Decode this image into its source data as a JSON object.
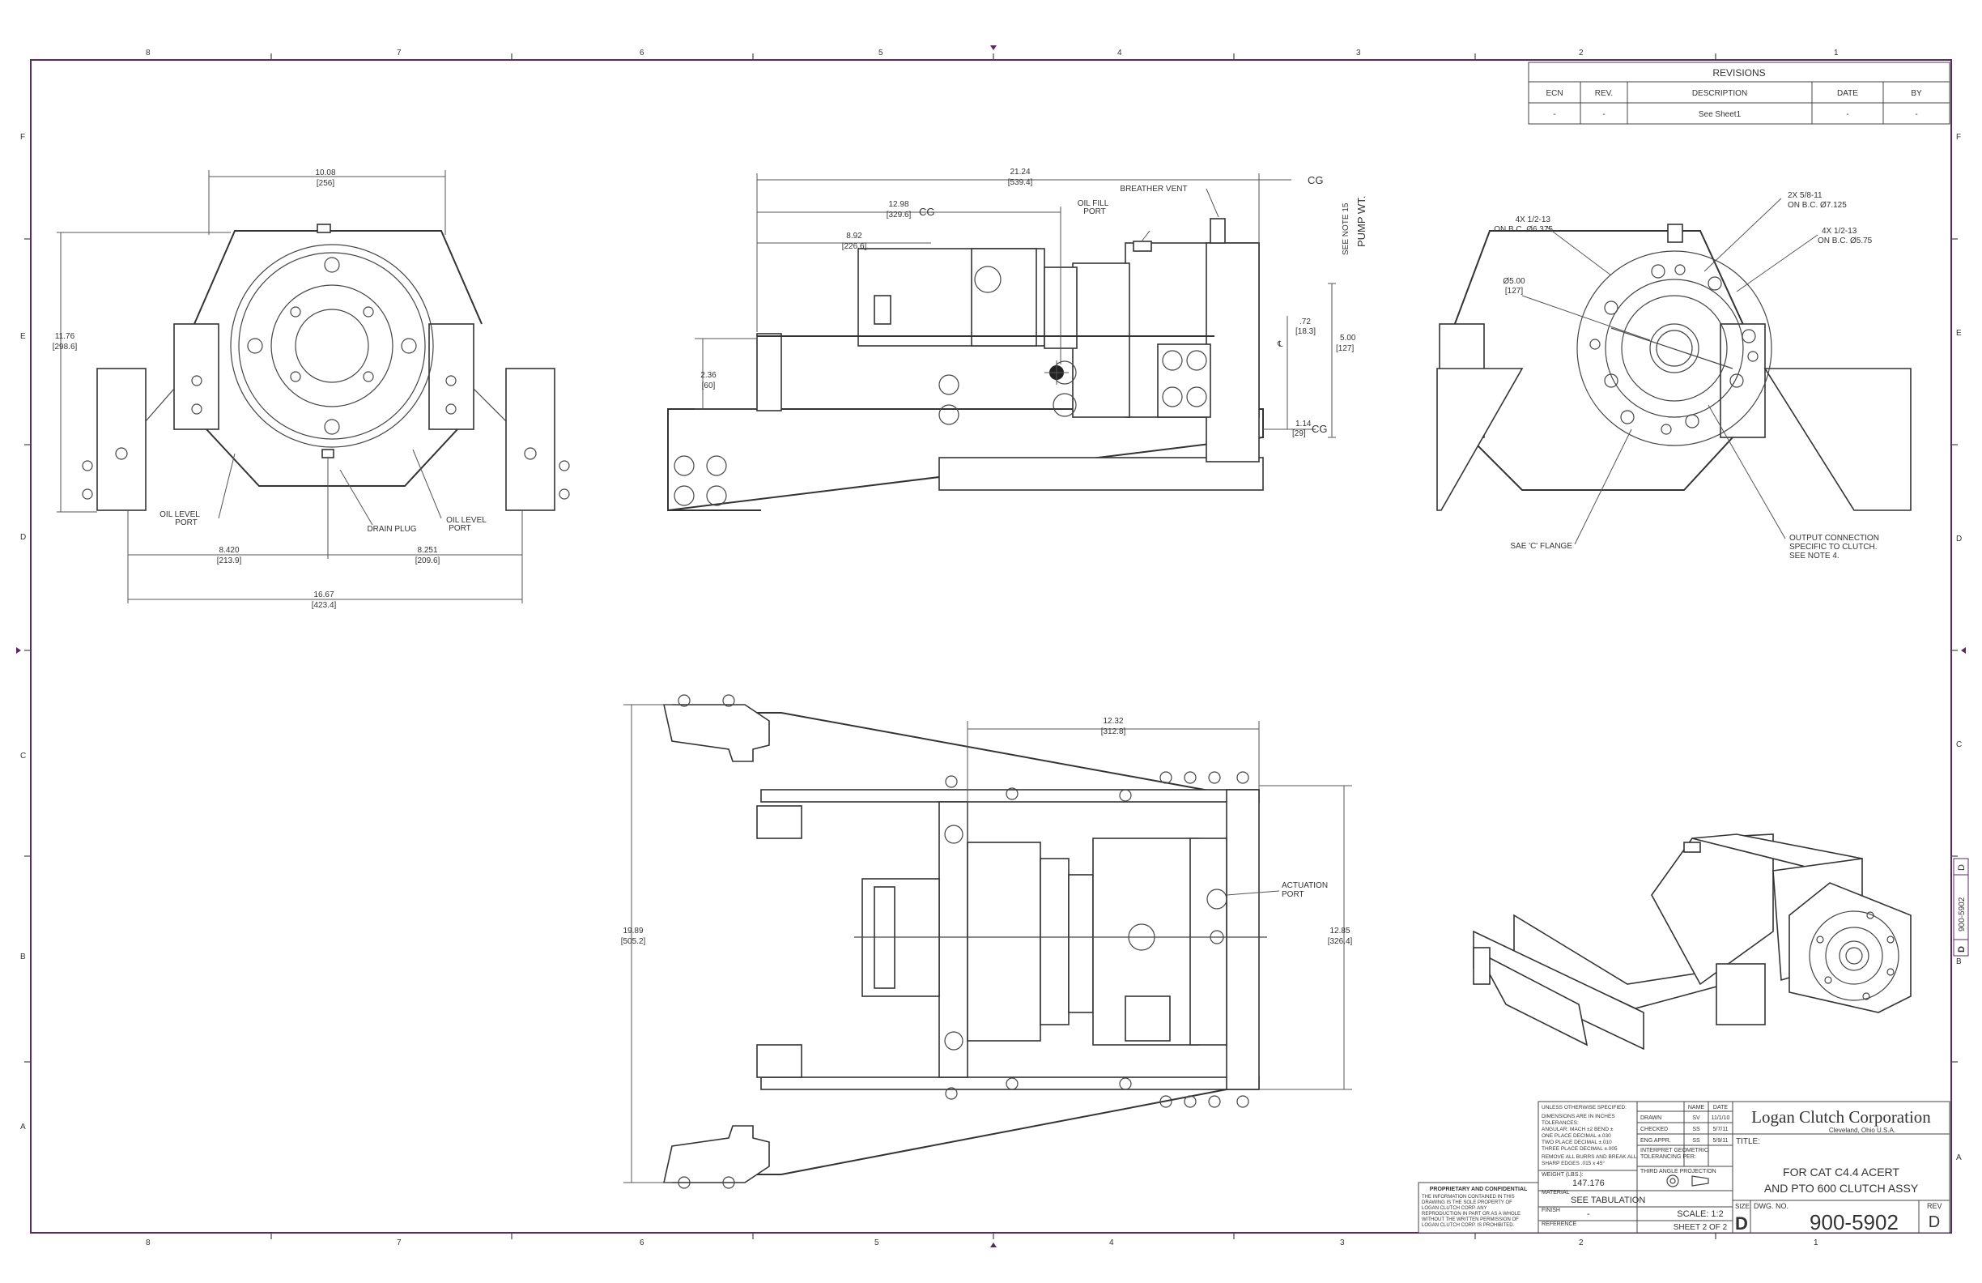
{
  "border": {
    "top_zones": [
      "8",
      "7",
      "6",
      "5",
      "4",
      "3",
      "2",
      "1"
    ],
    "bottom_zones": [
      "8",
      "7",
      "6",
      "5",
      "4",
      "3",
      "2",
      "1"
    ],
    "left_zones": [
      "F",
      "E",
      "D",
      "C",
      "B",
      "A"
    ],
    "right_zones": [
      "F",
      "E",
      "D",
      "C",
      "B",
      "A"
    ]
  },
  "revisions": {
    "title": "REVISIONS",
    "headers": [
      "ECN",
      "REV.",
      "DESCRIPTION",
      "DATE",
      "BY"
    ],
    "row": [
      "-",
      "-",
      "See Sheet1",
      "-",
      "-"
    ]
  },
  "front_view": {
    "dim_width": "10.08",
    "dim_width_mm": "[256]",
    "dim_height": "11.76",
    "dim_height_mm": "[298.6]",
    "dim_left": "8.420",
    "dim_left_mm": "[213.9]",
    "dim_right": "8.251",
    "dim_right_mm": "[209.6]",
    "dim_overall": "16.67",
    "dim_overall_mm": "[423.4]",
    "oil_level_left_1": "OIL LEVEL",
    "oil_level_left_2": "PORT",
    "drain_plug": "DRAIN PLUG",
    "oil_level_right_1": "OIL LEVEL",
    "oil_level_right_2": "PORT"
  },
  "side_view": {
    "dim_length": "21.24",
    "dim_length_mm": "[539.4]",
    "cg_top": "CG",
    "dim_cg": "12.98",
    "dim_cg_mm": "[329.6]",
    "cg_mid": "CG",
    "dim_892": "8.92",
    "dim_892_mm": "[226.6]",
    "oil_fill_1": "OIL FILL",
    "oil_fill_2": "PORT",
    "breather": "BREATHER VENT",
    "see_note": "SEE NOTE 15",
    "pump_wt": "PUMP WT.",
    "dim_72": ".72",
    "dim_72_mm": "[18.3]",
    "cl": "℄",
    "dim_500": "5.00",
    "dim_500_mm": "[127]",
    "dim_236": "2.36",
    "dim_236_mm": "[60]",
    "dim_114": "1.14",
    "dim_114_mm": "[29]",
    "cg_low": "CG"
  },
  "end_view": {
    "bolt_a_1": "4X 1/2-13",
    "bolt_a_2": "ON B.C. Ø6.375",
    "bolt_b_1": "2X 5/8-11",
    "bolt_b_2": "ON B.C. Ø7.125",
    "bolt_c_1": "4X 1/2-13",
    "bolt_c_2": "ON B.C. Ø5.75",
    "dia_1": "Ø5.00",
    "dia_2": "[127]",
    "sae_flange": "SAE 'C' FLANGE",
    "output_1": "OUTPUT CONNECTION",
    "output_2": "SPECIFIC TO CLUTCH.",
    "output_3": "SEE NOTE 4."
  },
  "top_view": {
    "dim_1232": "12.32",
    "dim_1232_mm": "[312.8]",
    "dim_1989": "19.89",
    "dim_1989_mm": "[505.2]",
    "dim_1285": "12.85",
    "dim_1285_mm": "[326.4]",
    "actuation_1": "ACTUATION",
    "actuation_2": "PORT"
  },
  "title_block": {
    "tol_lines": [
      "UNLESS OTHERWISE SPECIFIED:",
      "DIMENSIONS ARE IN INCHES",
      "TOLERANCES:",
      "ANGULAR: MACH ±2    BEND ±",
      "ONE PLACE DECIMAL    ±.030",
      "TWO PLACE DECIMAL    ±.010",
      "THREE PLACE DECIMAL  ±.005",
      "REMOVE ALL BURRS AND BREAK ALL",
      "SHARP EDGES .015 x 45°"
    ],
    "name_hdr": "NAME",
    "date_hdr": "DATE",
    "drawn": "DRAWN",
    "drawn_name": "SV",
    "drawn_date": "11/1/10",
    "checked": "CHECKED",
    "checked_name": "SS",
    "checked_date": "5/7/11",
    "eng": "ENG APPR.",
    "eng_name": "SS",
    "eng_date": "5/9/11",
    "interpret_1": "INTERPRET GEOMETRIC",
    "interpret_2": "TOLERANCING PER:",
    "third_angle": "THIRD ANGLE PROJECTION",
    "weight_label": "WEIGHT (LBS.):",
    "weight": "147.176",
    "material_label": "MATERIAL",
    "material": "SEE TABULATION",
    "finish_label": "FINISH",
    "finish": "-",
    "reference_label": "REFERENCE",
    "company": "Logan Clutch Corporation",
    "location": "Cleveland, Ohio  U.S.A.",
    "title_label": "TITLE:",
    "title_1": "FOR CAT C4.4 ACERT",
    "title_2": "AND PTO 600 CLUTCH ASSY",
    "size_label": "SIZE",
    "size": "D",
    "dwg_label": "DWG.  NO.",
    "dwg_no": "900-5902",
    "rev_label": "REV",
    "rev": "D",
    "scale": "SCALE: 1:2",
    "sheet": "SHEET 2 OF 2",
    "prop_title": "PROPRIETARY AND CONFIDENTIAL",
    "prop_lines": [
      "THE INFORMATION CONTAINED IN THIS",
      "DRAWING IS THE SOLE PROPERTY OF",
      "LOGAN CLUTCH CORP.  ANY",
      "REPRODUCTION IN PART OR AS A WHOLE",
      "WITHOUT THE WRITTEN PERMISSION OF",
      "LOGAN CLUTCH CORP. IS PROHIBITED."
    ],
    "side_stamp_size": "D",
    "side_stamp_dwg": "900-5902",
    "side_stamp_rev": "D"
  }
}
